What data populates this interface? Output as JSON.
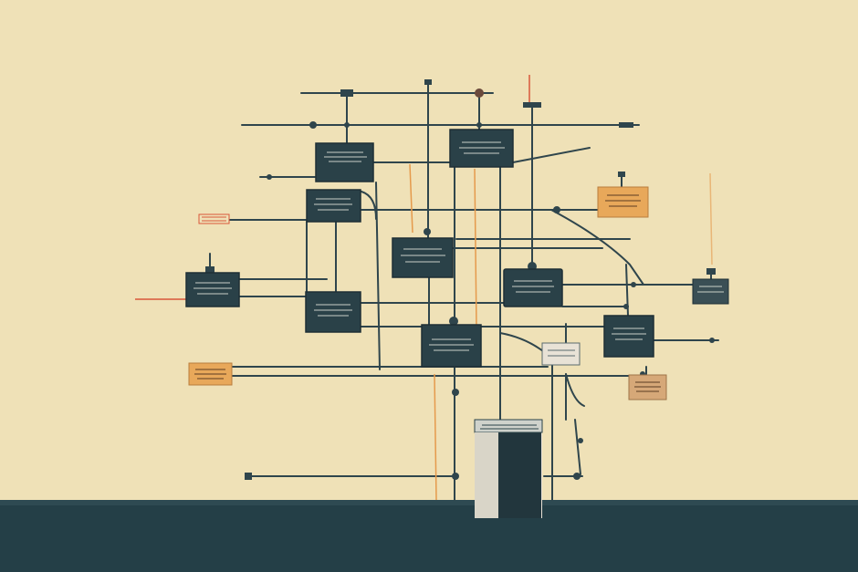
{
  "palette": {
    "background": "#efe1b7",
    "floor": "#243f47",
    "floor_light": "#2e4a52",
    "wire": "#2f454c",
    "box_dark": "#2a4148",
    "box_orange": "#e8a85a",
    "box_tan": "#d6a878",
    "accent_red": "#d9573a",
    "accent_orange": "#e59a4c",
    "door_frame": "#e8e2d6",
    "door_dark": "#22363d"
  },
  "scene": {
    "subject": "abstract-wiring-diagram-illustration",
    "dark_boxes": 10,
    "orange_labels": 3,
    "has_doorway": true
  }
}
